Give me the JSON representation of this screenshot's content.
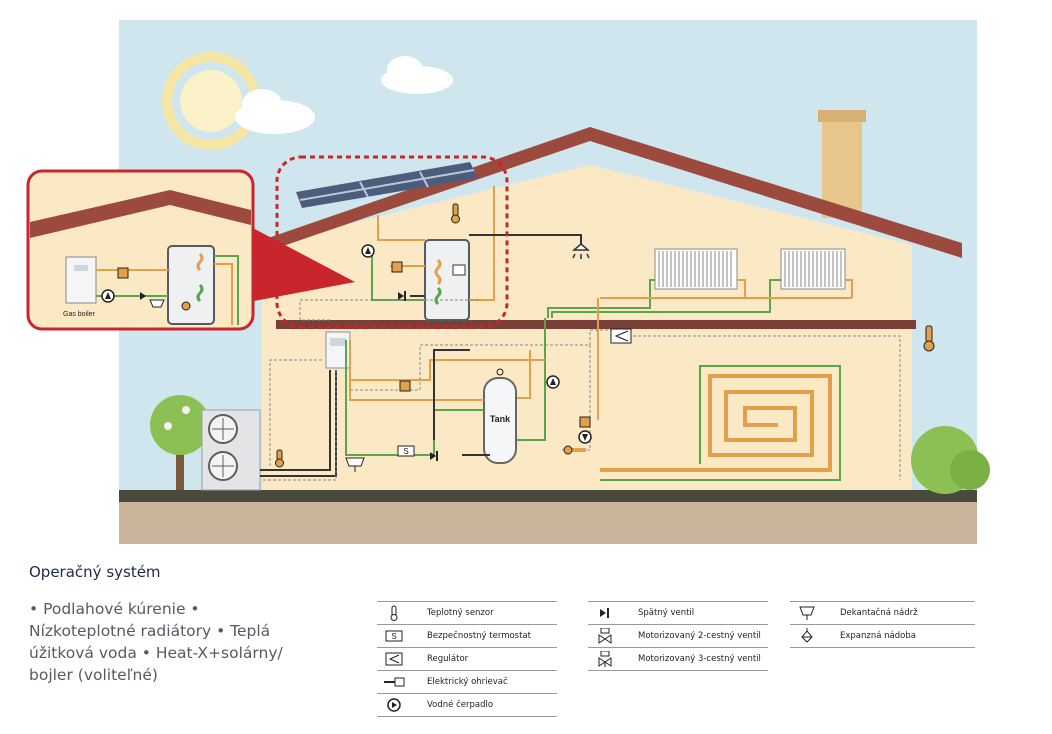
{
  "diagram": {
    "gas_boiler_label": "Gas boiler",
    "tank_label": "Tank",
    "safety_symbol": "S",
    "colors": {
      "sky": "#cfe6ef",
      "wall": "#fae9c4",
      "roof": "#9c4a3d",
      "ground": "#c9b39a",
      "grass": "#4a4a3c",
      "hot_pipe": "#e3a04a",
      "green_pipe": "#5aa64a",
      "highlight": "#c8262c"
    }
  },
  "caption": {
    "title": "Operačný systém",
    "body": "• Podlahové kúrenie • Nízkoteplotné radiátory • Teplá úžitková voda • Heat-X+solárny/ bojler (voliteľné)"
  },
  "legend": {
    "col1": [
      {
        "icon": "thermometer-icon",
        "label": "Teplotný senzor"
      },
      {
        "icon": "safety-thermostat-icon",
        "label": "Bezpečnostný termostat"
      },
      {
        "icon": "regulator-icon",
        "label": "Regulátor"
      },
      {
        "icon": "electric-heater-icon",
        "label": "Elektrický ohrievač"
      },
      {
        "icon": "water-pump-icon",
        "label": "Vodné čerpadlo"
      }
    ],
    "col2": [
      {
        "icon": "check-valve-icon",
        "label": "Spätný ventil"
      },
      {
        "icon": "two-way-valve-icon",
        "label": "Motorizovaný 2-cestný ventil"
      },
      {
        "icon": "three-way-valve-icon",
        "label": "Motorizovaný 3-cestný ventil"
      }
    ],
    "col3": [
      {
        "icon": "separator-tank-icon",
        "label": "Dekantačná nádrž"
      },
      {
        "icon": "expansion-vessel-icon",
        "label": "Expanzná nádoba"
      }
    ]
  }
}
